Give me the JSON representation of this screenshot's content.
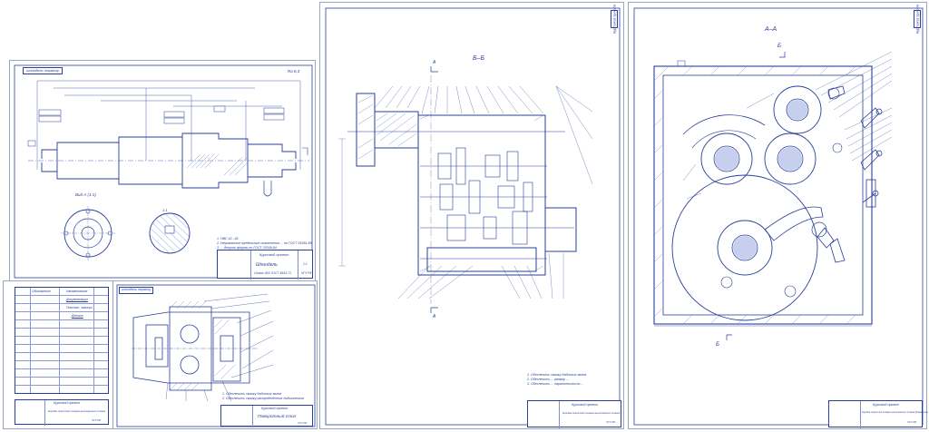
{
  "sheets": {
    "spindle": {
      "corner_tag": "шпиндель тормозу",
      "roughness": "Ra 6,3",
      "view_label": "Вид А (1:1)",
      "section_label": "1:1",
      "tech_notes": [
        "1. НВС 42...46",
        "2. Неуказанные предельные отклонения ... по ГОСТ 25346-89",
        "3. ... допуски формы по ГОСТ 25349-84"
      ],
      "stamp": {
        "course": "Курсовой проект",
        "part": "Шпиндель",
        "material": "Сталь 40Х ГОСТ 4543-71",
        "scale": "1:1",
        "org": "ЧГУ РК"
      }
    },
    "main_section": {
      "section_title": "Б–Б",
      "marker_a_top": "А",
      "marker_a_bottom": "А",
      "tech_notes": [
        "1. Обеспечить смазку бабочных валов",
        "2. Обеспечить ... размер ...",
        "3. Обеспечить ... параллельность ..."
      ],
      "stamp": {
        "course": "Курсовой проект",
        "title": "Коробка скоростей токарно-винторезного станка",
        "org": "ЧГУ РК"
      }
    },
    "cross_section": {
      "section_title": "А–А",
      "corner_tag": "Курсовой проект",
      "marker_b_top": "Б",
      "marker_b_bottom": "Б",
      "stamp": {
        "course": "Курсовой проект",
        "title": "Коробка скоростей токарно-винторезного станка (Развёртка)",
        "org": "ЧГУ РК"
      }
    },
    "spec": {
      "col1": "Обозначение",
      "col2": "Наименование",
      "section_docs": "Документация",
      "doc_row": "Пояснит. записка",
      "section_parts": "Детали",
      "stamp": {
        "course": "Курсовой проект",
        "title": "Коробка скоростей токарно-винторезного станка",
        "org": "ЧГУ РК"
      }
    },
    "gearbox": {
      "corner_tag": "шпиндель тормозу",
      "notes": [
        "1. Обеспечить смазку бабочных валов",
        "2. Обеспечить смазку распределённых подшипников"
      ],
      "stamp": {
        "course": "Курсовой проект",
        "title": "Поворотный стол",
        "org": "ЧГУ РК"
      }
    }
  },
  "colors": {
    "ink": "#2a3f9a",
    "light": "#7d8fcf",
    "hatch": "#5a6fc4"
  }
}
